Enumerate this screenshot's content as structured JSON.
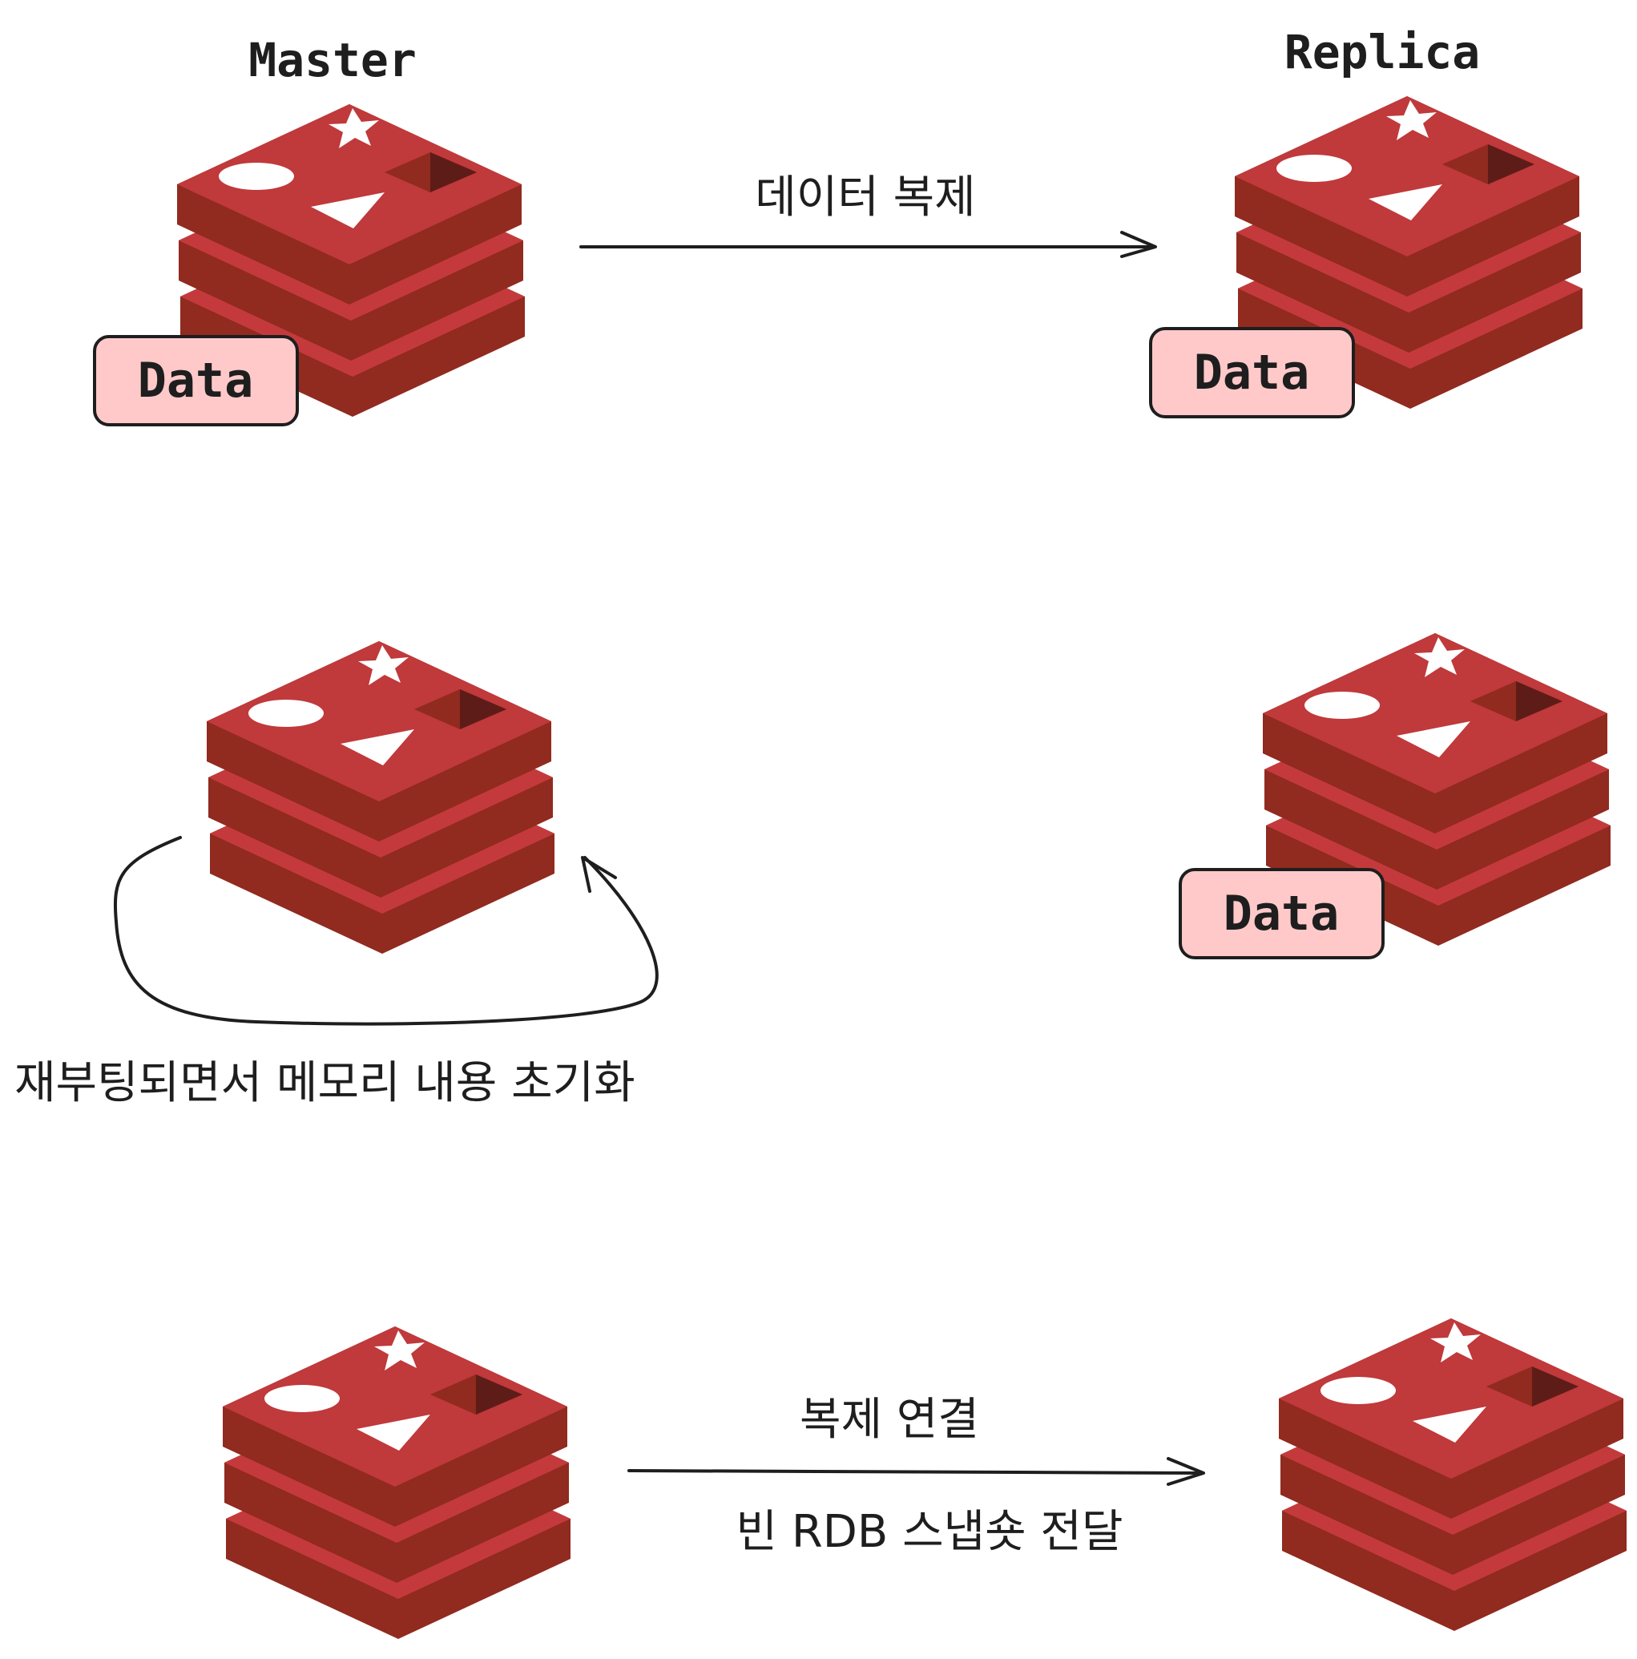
{
  "labels": {
    "master": "Master",
    "replica": "Replica"
  },
  "data_badge": "Data",
  "arrows": {
    "replicate_top": "데이터 복제",
    "reboot_caption": "재부팅되면서 메모리 내용 초기화",
    "connect_line1": "복제 연결",
    "connect_line2": "빈 RDB 스냅숏 전달"
  },
  "colors": {
    "redis_top": "#c0393b",
    "redis_side_dark": "#912a1f",
    "redis_side_light": "#c43a3c",
    "redis_hole": "#5e1c18",
    "badge_fill": "#ffc9c9",
    "stroke": "#1e1e1e"
  },
  "icons": {
    "server": "redis-stack-icon"
  }
}
